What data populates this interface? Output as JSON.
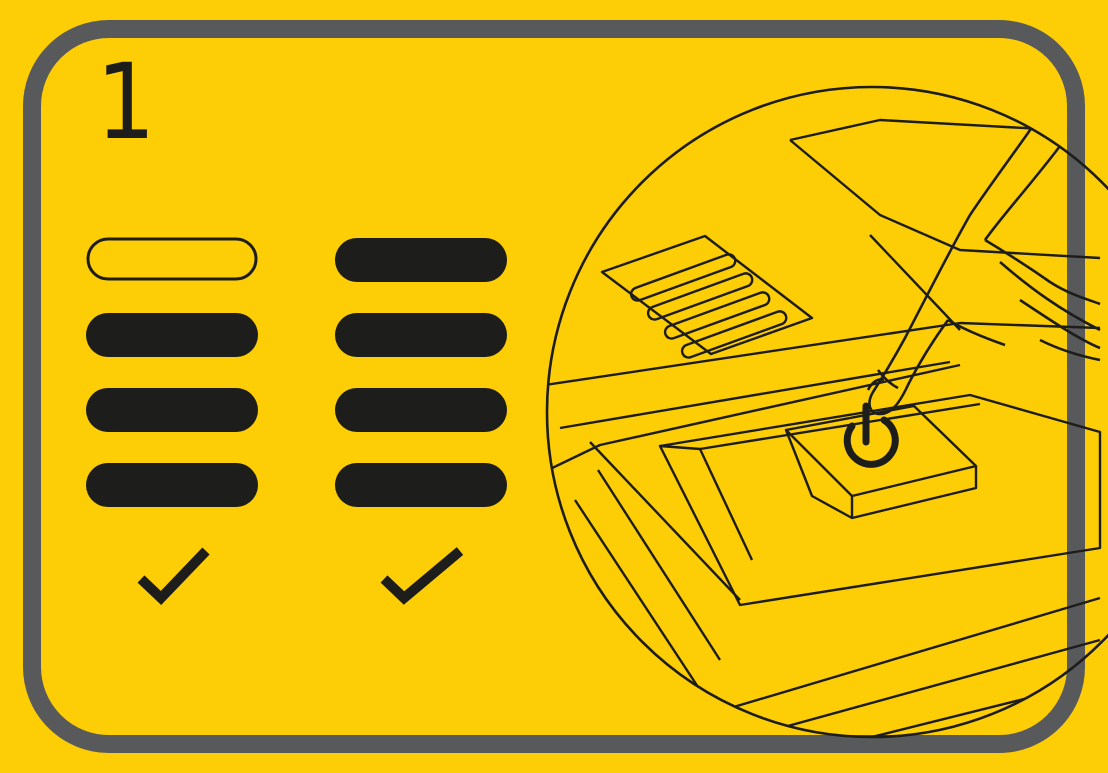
{
  "step": {
    "number": "1"
  },
  "indicators": {
    "left_column": [
      "off",
      "on",
      "on",
      "on"
    ],
    "right_column": [
      "on",
      "on",
      "on",
      "on"
    ],
    "checks": [
      "check-icon",
      "check-icon"
    ]
  },
  "illustration": {
    "subject": "finger-pressing-power-button"
  },
  "colors": {
    "background": "#fdcd06",
    "frame": "#58595b",
    "ink": "#1d1d1b"
  }
}
